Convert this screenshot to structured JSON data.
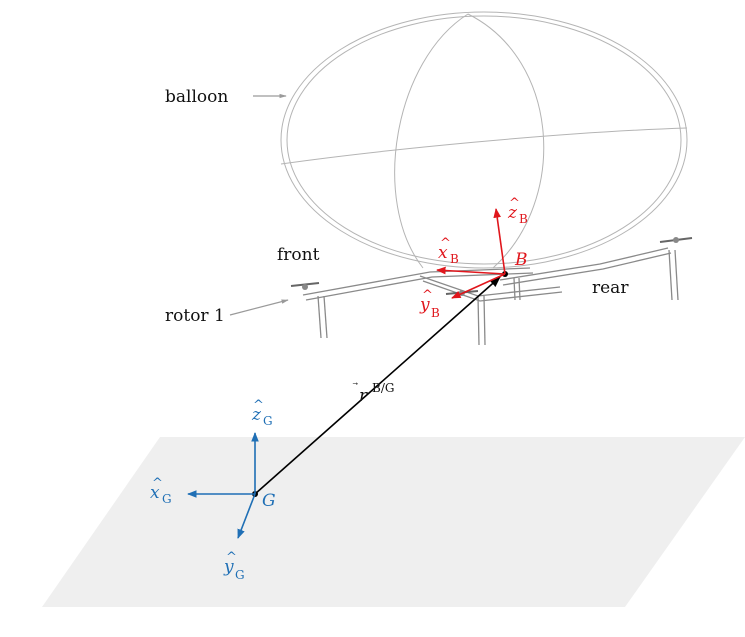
{
  "labels": {
    "balloon": "balloon",
    "front": "front",
    "rotor1": "rotor 1",
    "rear": "rear",
    "body_origin": "B",
    "ground_origin": "G",
    "position_vector": "r",
    "position_vector_sup": "B/G"
  },
  "body_axes": {
    "x": {
      "symbol": "x",
      "subscript": "B"
    },
    "y": {
      "symbol": "y",
      "subscript": "B"
    },
    "z": {
      "symbol": "z",
      "subscript": "B"
    }
  },
  "ground_axes": {
    "x": {
      "symbol": "x",
      "subscript": "G"
    },
    "y": {
      "symbol": "y",
      "subscript": "G"
    },
    "z": {
      "symbol": "z",
      "subscript": "G"
    }
  },
  "colors": {
    "body_frame": "#e0161c",
    "ground_frame": "#1f6fb5",
    "ground_plane": "#efefef",
    "balloon_outline": "#b4b4b4",
    "structure": "#8a8a8a",
    "annotation_arrow": "#9a9a9a",
    "vector": "#000000"
  }
}
